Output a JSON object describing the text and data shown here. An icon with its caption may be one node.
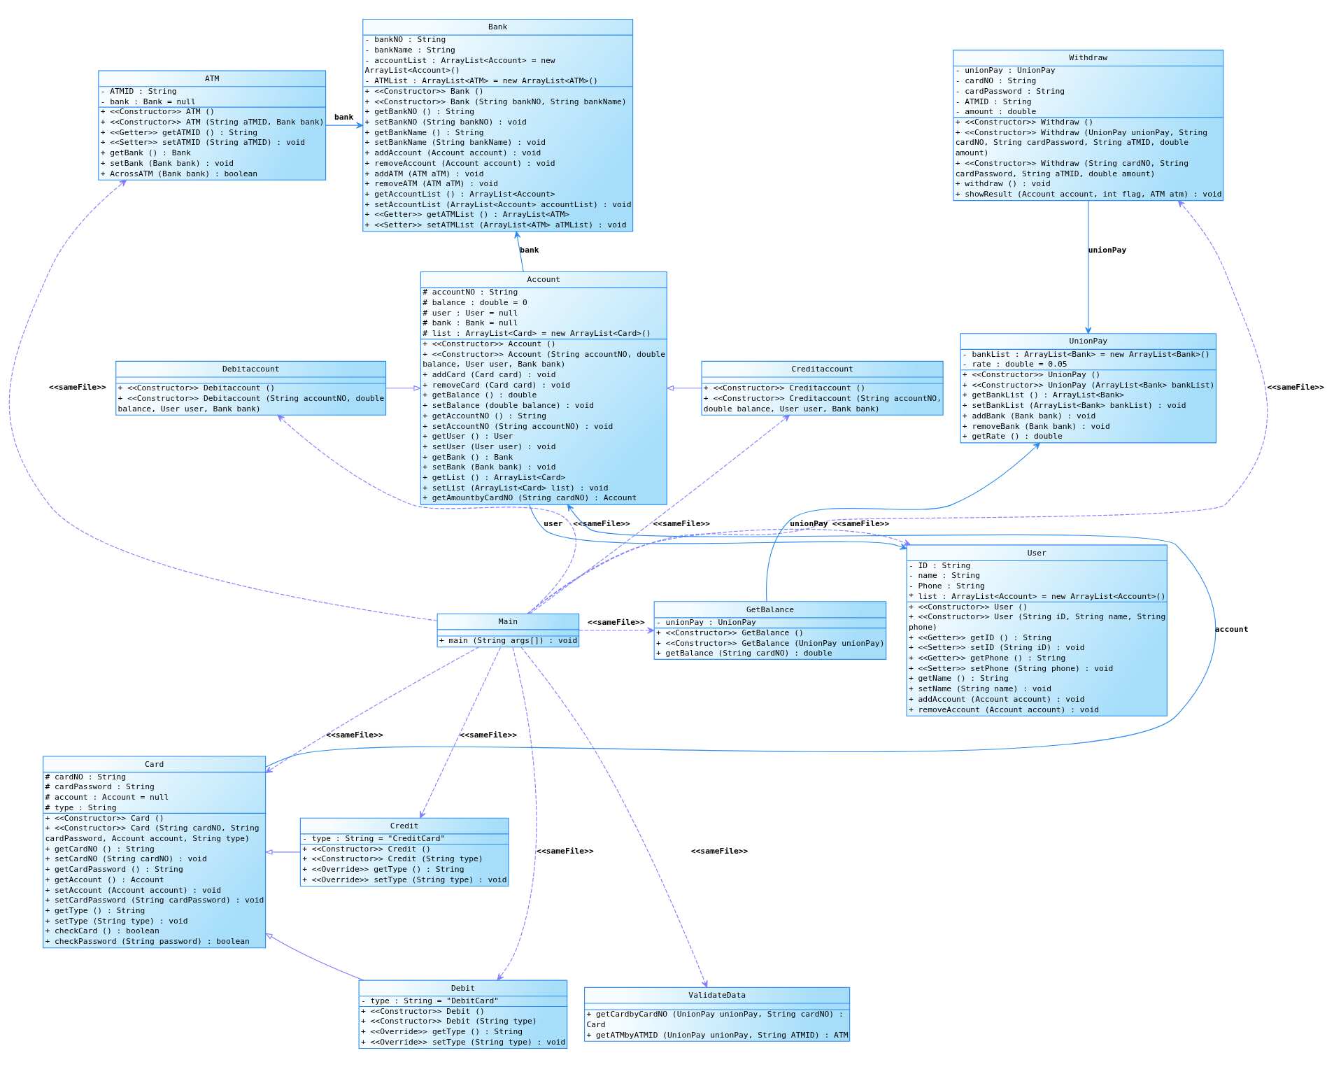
{
  "diagram": {
    "nodes": [
      {
        "text": [
          "Bank",
          "- bankNO : String",
          "- bankName : String",
          "- accountList : ArrayList<Account> = new ArrayList<Account>()",
          "- ATMList : ArrayList<ATM> = new ArrayList<ATM>()",
          "+ <<Constructor>> Bank ()",
          "+ <<Constructor>> Bank (String bankNO, String bankName)",
          "+ getBankNO () : String",
          "+ setBankNO (String bankNO) : void",
          "+ getBankName () : String",
          "+ setBankName (String bankName) : void",
          "+ addAccount (Account account) : void",
          "+ removeAccount (Account account) : void",
          "+ addATM (ATM aTM) : void",
          "+ removeATM (ATM aTM) : void",
          "+ getAccountList () : ArrayList<Account>",
          "+ setAccountList (ArrayList<Account> accountList) : void",
          "+ <<Getter>> getATMList () : ArrayList<ATM>",
          "+ <<Setter>> setATMList (ArrayList<ATM> aTMList) : void"
        ]
      },
      {
        "text": [
          "ATM",
          "- ATMID : String",
          "- bank : Bank = null",
          "+ <<Constructor>> ATM ()",
          "+ <<Constructor>> ATM (String aTMID, Bank bank)",
          "+ <<Getter>> getATMID () : String",
          "+ <<Setter>> setATMID (String aTMID) : void",
          "+ getBank () : Bank",
          "+ setBank (Bank bank) : void",
          "+ AcrossATM (Bank bank) : boolean"
        ]
      },
      {
        "text": [
          "Withdraw",
          "- unionPay : UnionPay",
          "- cardNO : String",
          "- cardPassword : String",
          "- ATMID : String",
          "- amount : double",
          "+ <<Constructor>> Withdraw ()",
          "+ <<Constructor>> Withdraw (UnionPay unionPay, String cardNO, String cardPassword, String aTMID, double amount)",
          "+ <<Constructor>> Withdraw (String cardNO, String cardPassword, String aTMID, double amount)",
          "+ withdraw () : void",
          "+ showResult (Account account, int flag, ATM atm) : void"
        ]
      },
      {
        "text": [
          "Debitaccount",
          "+ <<Constructor>> Debitaccount ()",
          "+ <<Constructor>> Debitaccount (String accountNO, double balance, User user, Bank bank)"
        ]
      },
      {
        "text": [
          "Account",
          "# accountNO : String",
          "# balance : double = 0",
          "# user : User = null",
          "# bank : Bank = null",
          "# list : ArrayList<Card> = new ArrayList<Card>()",
          "+ <<Constructor>> Account ()",
          "+ <<Constructor>> Account (String accountNO, double balance, User user, Bank bank)",
          "+ addCard (Card card) : void",
          "+ removeCard (Card card) : void",
          "+ getBalance () : double",
          "+ setBalance (double balance) : void",
          "+ getAccountNO () : String",
          "+ setAccountNO (String accountNO) : void",
          "+ getUser () : User",
          "+ setUser (User user) : void",
          "+ getBank () : Bank",
          "+ setBank (Bank bank) : void",
          "+ getList () : ArrayList<Card>",
          "+ setList (ArrayList<Card> list) : void",
          "+ getAmountbyCardNO (String cardNO) : Account"
        ]
      },
      {
        "text": [
          "UnionPay",
          "- bankList : ArrayList<Bank> = new ArrayList<Bank>()",
          "- rate : double = 0.05",
          "+ <<Constructor>> UnionPay ()",
          "+ <<Constructor>> UnionPay (ArrayList<Bank> bankList)",
          "+ getBankList () : ArrayList<Bank>",
          "+ setBankList (ArrayList<Bank> bankList) : void",
          "+ addBank (Bank bank) : void",
          "+ removeBank (Bank bank) : void",
          "+ getRate () : double"
        ]
      },
      {
        "text": [
          "Creditaccount",
          "+ <<Constructor>> Creditaccount ()",
          "+ <<Constructor>> Creditaccount (String accountNO, double balance, User user, Bank bank)"
        ]
      },
      {
        "text": [
          "User",
          "- ID : String",
          "- name : String",
          "- Phone : String",
          "* list : ArrayList<Account> = new ArrayList<Account>()",
          "+ <<Constructor>> User ()",
          "+ <<Constructor>> User (String iD, String name, String phone)",
          "+ <<Getter>> getID () : String",
          "+ <<Setter>> setID (String iD) : void",
          "+ <<Getter>> getPhone () : String",
          "+ <<Setter>> setPhone (String phone) : void",
          "+ getName () : String",
          "+ setName (String name) : void",
          "+ addAccount (Account account) : void",
          "+ removeAccount (Account account) : void"
        ]
      },
      {
        "text": [
          "Main",
          "+ main (String args[]) : void"
        ]
      },
      {
        "text": [
          "GetBalance",
          "- unionPay : UnionPay",
          "+ <<Constructor>> GetBalance ()",
          "+ <<Constructor>> GetBalance (UnionPay unionPay)",
          "+ getBalance (String cardNO) : double"
        ]
      },
      {
        "text": [
          "Credit",
          "- type : String = \"CreditCard\"",
          "+ <<Constructor>> Credit ()",
          "+ <<Constructor>> Credit (String type)",
          "+ <<Override>> getType () : String",
          "+ <<Override>> setType (String type) : void"
        ]
      },
      {
        "text": [
          "Card",
          "# cardNO : String",
          "# cardPassword : String",
          "# account : Account = null",
          "# type : String",
          "+ <<Constructor>> Card ()",
          "+ <<Constructor>> Card (String cardNO, String cardPassword, Account account, String type)",
          "+ getCardNO () : String",
          "+ setCardNO (String cardNO) : void",
          "+ getCardPassword () : String",
          "+ getAccount () : Account",
          "+ setAccount (Account account) : void",
          "+ setCardPassword (String cardPassword) : void",
          "+ getType () : String",
          "+ setType (String type) : void",
          "+ checkCard () : boolean",
          "+ checkPassword (String password) : boolean"
        ]
      },
      {
        "text": [
          "Debit",
          "- type : String = \"DebitCard\"",
          "+ <<Constructor>> Debit ()",
          "+ <<Constructor>> Debit (String type)",
          "+ <<Override>> getType () : String",
          "+ <<Override>> setType (String type) : void"
        ]
      },
      {
        "text": [
          "ValidateData",
          "+ getCardbyCardNO (UnionPay unionPay, String cardNO) : Card",
          "+ getATMbyATMID (UnionPay unionPay, String ATMID) : ATM"
        ]
      }
    ],
    "edges": [
      {
        "from": 1,
        "to": 0,
        "arrow": "to",
        "label": "bank",
        "color": "#2a8cf0"
      },
      {
        "from": 4,
        "to": 0,
        "arrow": "to",
        "label": "bank",
        "color": "#2a8cf0"
      },
      {
        "from": 2,
        "to": 5,
        "arrow": "to",
        "label": "unionPay",
        "color": "#2a8cf0"
      },
      {
        "from": 3,
        "to": 4,
        "arrow": "to"
      },
      {
        "from": 6,
        "to": 4,
        "arrow": "to"
      },
      {
        "from": 8,
        "to": 3,
        "arrow": "to",
        "label": "<<sameFile>>",
        "style": "dashed"
      },
      {
        "from": 8,
        "to": 6,
        "arrow": "to",
        "label": "<<sameFile>>",
        "style": "dashed"
      },
      {
        "from": 8,
        "to": 2,
        "arrow": "to",
        "label": "<<sameFile>>",
        "style": "dashed"
      },
      {
        "from": 8,
        "to": 1,
        "arrow": "to",
        "label": "<<sameFile>>",
        "style": "dashed"
      },
      {
        "from": 9,
        "to": 5,
        "arrow": "to",
        "label": "unionPay",
        "color": "#2a8cf0"
      },
      {
        "from": 11,
        "to": 4,
        "arrow": "to",
        "label": "account",
        "color": "#2a8cf0"
      },
      {
        "from": 4,
        "to": 7,
        "arrow": "to",
        "label": "user",
        "color": "#2a8cf0"
      },
      {
        "from": 8,
        "to": 11,
        "arrow": "to",
        "label": "<<sameFile>>",
        "style": "dashed"
      },
      {
        "from": 8,
        "to": 10,
        "arrow": "to",
        "label": "<<sameFile>>",
        "style": "dashed"
      },
      {
        "from": 8,
        "to": 9,
        "arrow": "to",
        "label": "<<sameFile>>",
        "style": "dashed"
      },
      {
        "from": 8,
        "to": 7,
        "arrow": "to",
        "label": "<<sameFile>>",
        "style": "dashed"
      },
      {
        "from": 12,
        "to": 11,
        "arrow": "to"
      },
      {
        "from": 10,
        "to": 11,
        "arrow": "to"
      },
      {
        "from": 8,
        "to": 13,
        "arrow": "to",
        "label": "<<sameFile>>",
        "style": "dashed"
      },
      {
        "from": 8,
        "to": 12,
        "arrow": "to",
        "label": "<<sameFile>>",
        "style": "dashed"
      }
    ]
  }
}
